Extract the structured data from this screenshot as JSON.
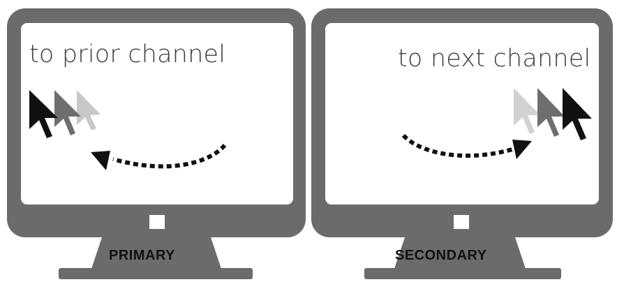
{
  "colors": {
    "monitor_frame": "#6b6b6b",
    "screen": "#ffffff",
    "cursor_black": "#111111",
    "cursor_dark_gray": "#6e6e6e",
    "cursor_light_gray": "#c8c8c8",
    "arrow": "#111111"
  },
  "monitors": [
    {
      "screen_text": "to prior channel",
      "label": "PRIMARY",
      "arrow_direction": "left",
      "cursor_icons": [
        "cursor-black-icon",
        "cursor-dark-gray-icon",
        "cursor-light-gray-icon"
      ]
    },
    {
      "screen_text": "to next channel",
      "label": "SECONDARY",
      "arrow_direction": "right",
      "cursor_icons": [
        "cursor-light-gray-icon",
        "cursor-dark-gray-icon",
        "cursor-black-icon"
      ]
    }
  ]
}
